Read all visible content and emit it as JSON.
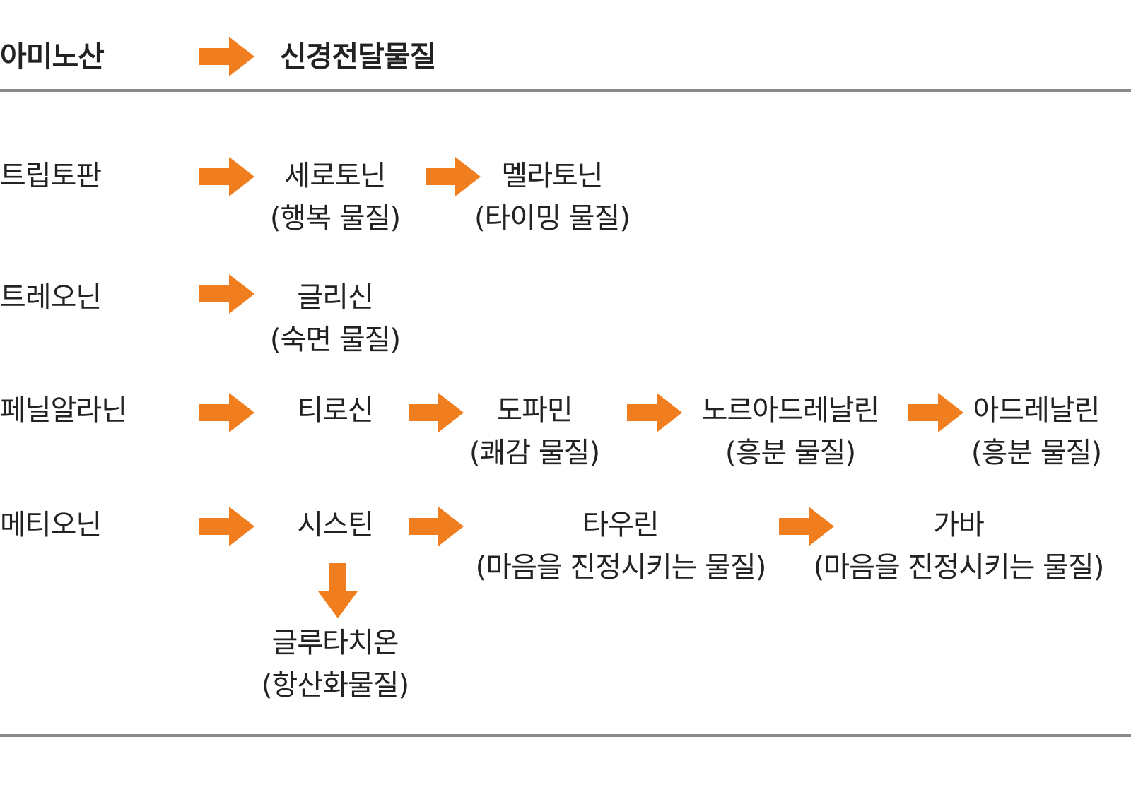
{
  "accent_color": "#f07d1e",
  "header": {
    "amino_acid": "아미노산",
    "neurotransmitter": "신경전달물질"
  },
  "rows": [
    {
      "amino": "트립토판",
      "nodes": [
        {
          "name": "세로토닌",
          "role": "(행복 물질)"
        },
        {
          "name": "멜라토닌",
          "role": "(타이밍 물질)"
        }
      ]
    },
    {
      "amino": "트레오닌",
      "nodes": [
        {
          "name": "글리신",
          "role": "(숙면 물질)"
        }
      ]
    },
    {
      "amino": "페닐알라닌",
      "nodes": [
        {
          "name": "티로신",
          "role": ""
        },
        {
          "name": "도파민",
          "role": "(쾌감 물질)"
        },
        {
          "name": "노르아드레날린",
          "role": "(흥분 물질)"
        },
        {
          "name": "아드레날린",
          "role": "(흥분 물질)"
        }
      ]
    },
    {
      "amino": "메티오닌",
      "nodes": [
        {
          "name": "시스틴",
          "role": ""
        },
        {
          "name": "타우린",
          "role": "(마음을 진정시키는 물질)"
        },
        {
          "name": "가바",
          "role": "(마음을 진정시키는 물질)"
        }
      ],
      "branch": {
        "name": "글루타치온",
        "role": "(항산화물질)"
      }
    }
  ],
  "icons": {
    "arrow_right": "arrow-right-icon",
    "arrow_down": "arrow-down-icon"
  }
}
